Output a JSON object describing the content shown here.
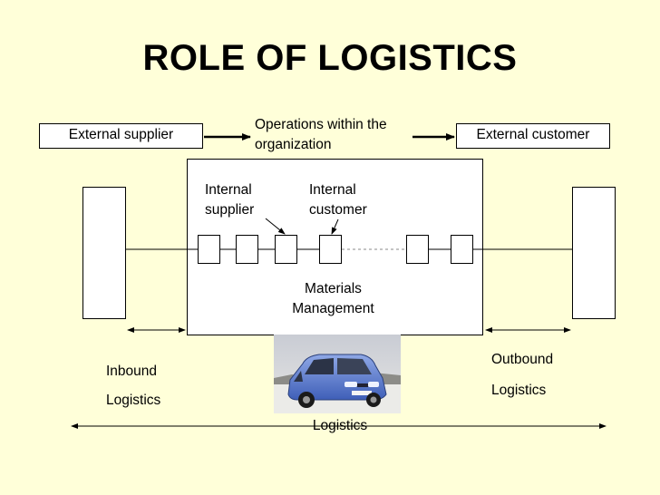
{
  "title": "ROLE OF LOGISTICS",
  "external_supplier": "External supplier",
  "operations": [
    "Operations within the",
    "organization"
  ],
  "external_customer": "External customer",
  "internal_supplier": [
    "Internal",
    "supplier"
  ],
  "internal_customer": [
    "Internal",
    "customer"
  ],
  "materials_management": [
    "Materials",
    "Management"
  ],
  "inbound": [
    "Inbound",
    "Logistics"
  ],
  "outbound": [
    "Outbound",
    "Logistics"
  ],
  "logistics": "Logistics",
  "colors": {
    "background": "#FFFFD9",
    "box_fill": "#FFFFFF",
    "stroke": "#000000"
  }
}
